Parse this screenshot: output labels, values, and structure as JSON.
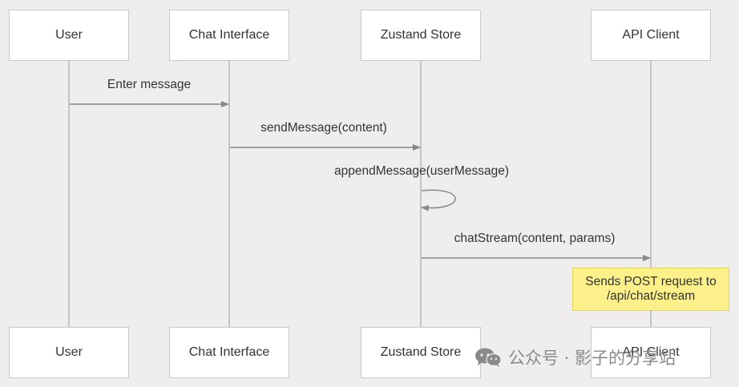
{
  "participants": [
    {
      "top_label": "User",
      "bottom_label": "User"
    },
    {
      "top_label": "Chat Interface",
      "bottom_label": "Chat Interface"
    },
    {
      "top_label": "Zustand Store",
      "bottom_label": "Zustand Store"
    },
    {
      "top_label": "API Client",
      "bottom_label": "API Client"
    }
  ],
  "messages": [
    {
      "label": "Enter message",
      "from": 0,
      "to": 1
    },
    {
      "label": "sendMessage(content)",
      "from": 1,
      "to": 2
    },
    {
      "label": "appendMessage(userMessage)",
      "from": 2,
      "to": 2
    },
    {
      "label": "chatStream(content, params)",
      "from": 2,
      "to": 3
    }
  ],
  "note": {
    "line1": "Sends POST request to",
    "line2": "/api/chat/stream",
    "over_participant": 3
  },
  "watermark": {
    "text": "公众号 · 影子的分享站"
  },
  "colors": {
    "background": "#efeeec",
    "lifeline": "#c4c4c4",
    "arrow": "#888888",
    "note_fill": "#fbf08a"
  }
}
